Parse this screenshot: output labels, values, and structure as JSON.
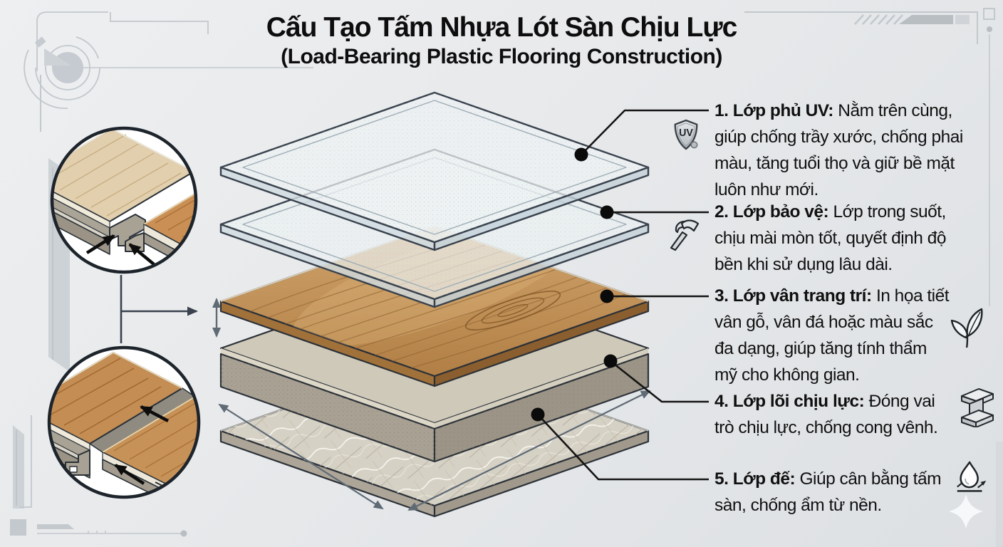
{
  "page": {
    "title": "Cấu Tạo Tấm Nhựa Lót Sàn Chịu Lực",
    "subtitle": "(Load-Bearing Plastic Flooring Construction)"
  },
  "annotations": [
    {
      "heading": "1. Lớp phủ UV:",
      "body": " Nằm trên cùng,\ngiúp chống trầy xước, chống phai\nmàu, tăng tuổi thọ và giữ bề mặt\nluôn như mới.",
      "icon": "uv-shield-icon"
    },
    {
      "heading": "2. Lớp bảo vệ:",
      "body": " Lớp trong suốt,\nchịu mài mòn tốt, quyết định độ\nbền khi sử dụng lâu dài.",
      "icon": "hammer-icon"
    },
    {
      "heading": "3. Lớp vân trang trí:",
      "body": " In họa tiết\nvân gỗ, vân đá hoặc màu sắc\nđa dạng, giúp tăng tính thẩm\nmỹ cho không gian.",
      "icon": "leaf-icon"
    },
    {
      "heading": "4. Lớp lõi chịu lực:",
      "body": " Đóng vai\ntrò chịu lực, chống cong vênh.",
      "icon": "i-beam-icon"
    },
    {
      "heading": "5. Lớp đế:",
      "body": " Giúp cân bằng tấm\nsàn, chống ẩm từ nền.",
      "icon": "water-drop-icon"
    }
  ],
  "diagram": {
    "shield_label": "UV"
  },
  "colors": {
    "outline": "#2f3a45",
    "wood": "#b5854b",
    "core": "#a9a294",
    "base": "#d6d1c5",
    "glass": "#ecf1f3",
    "text": "#111111"
  }
}
